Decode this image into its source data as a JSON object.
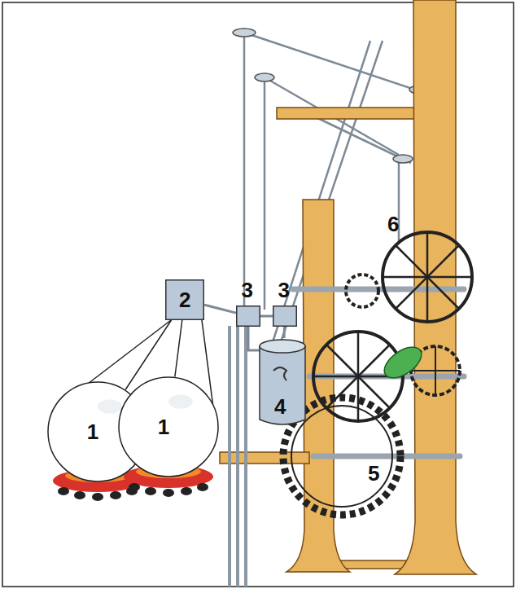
{
  "diagram": {
    "nodes": [
      {
        "text": [
          "1"
        ]
      },
      {
        "text": [
          "1"
        ]
      },
      {
        "text": [
          "2"
        ]
      },
      {
        "text": [
          "3"
        ]
      },
      {
        "text": [
          "3"
        ]
      },
      {
        "text": [
          "4"
        ]
      }
    ],
    "edges": [
      {
        "from": 0,
        "to": 2,
        "arrow": "none"
      },
      {
        "from": 1,
        "to": 2,
        "arrow": "none"
      },
      {
        "from": 2,
        "to": 3,
        "arrow": "none"
      },
      {
        "from": 3,
        "to": 4,
        "arrow": "none"
      },
      {
        "from": 4,
        "to": 5,
        "arrow": "none"
      }
    ],
    "labels": [
      "5",
      "6"
    ]
  }
}
